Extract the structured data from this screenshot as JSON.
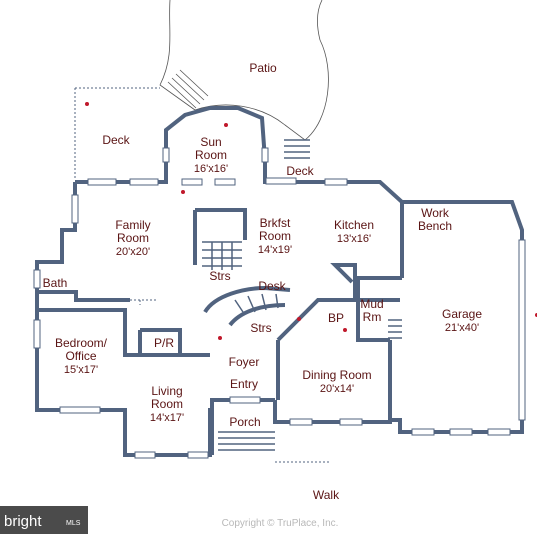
{
  "rooms": [
    {
      "id": "patio",
      "name": "Patio"
    },
    {
      "id": "deck-left",
      "name": "Deck"
    },
    {
      "id": "sun-room",
      "name": "Sun\nRoom",
      "dims": "16'x16'"
    },
    {
      "id": "deck-right",
      "name": "Deck"
    },
    {
      "id": "family-room",
      "name": "Family\nRoom",
      "dims": "20'x20'"
    },
    {
      "id": "brkfst-room",
      "name": "Brkfst\nRoom",
      "dims": "14'x19'"
    },
    {
      "id": "kitchen",
      "name": "Kitchen",
      "dims": "13'x16'"
    },
    {
      "id": "work-bench",
      "name": "Work\nBench"
    },
    {
      "id": "stairs-upper",
      "name": "Strs"
    },
    {
      "id": "bath",
      "name": "Bath"
    },
    {
      "id": "desk",
      "name": "Desk"
    },
    {
      "id": "mud-room",
      "name": "Mud\nRm"
    },
    {
      "id": "bp",
      "name": "BP"
    },
    {
      "id": "garage",
      "name": "Garage",
      "dims": "21'x40'"
    },
    {
      "id": "stairs-lower",
      "name": "Strs"
    },
    {
      "id": "powder-room",
      "name": "P/R"
    },
    {
      "id": "bedroom-office",
      "name": "Bedroom/\nOffice",
      "dims": "15'x17'"
    },
    {
      "id": "foyer",
      "name": "Foyer"
    },
    {
      "id": "entry",
      "name": "Entry"
    },
    {
      "id": "dining-room",
      "name": "Dining Room",
      "dims": "20'x14'"
    },
    {
      "id": "living-room",
      "name": "Living\nRoom",
      "dims": "14'x17'"
    },
    {
      "id": "porch",
      "name": "Porch"
    },
    {
      "id": "walk",
      "name": "Walk"
    }
  ],
  "copyright": "Copyright © TruPlace, Inc.",
  "watermark": {
    "brand": "bright",
    "suffix": "MLS"
  },
  "colors": {
    "walls": "#51637f",
    "labels": "#5a1414",
    "markers": "#c0182b"
  }
}
